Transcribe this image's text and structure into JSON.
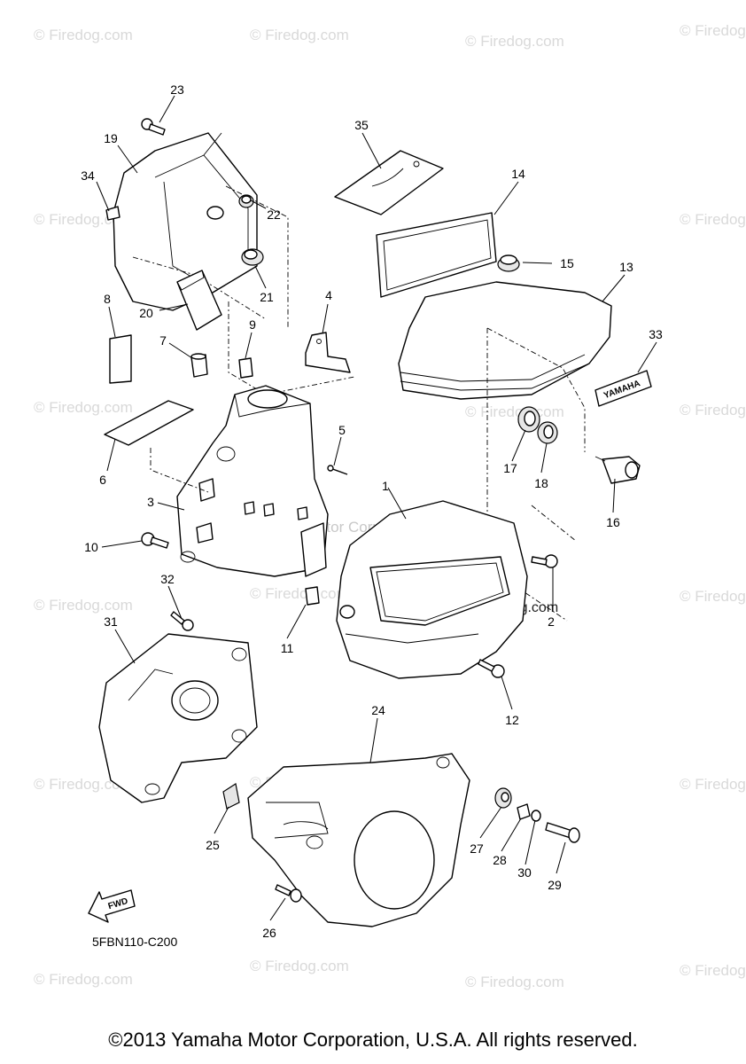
{
  "watermark": {
    "text": "© Firedog.com",
    "center_text": "Yamaha Motor Corp., U.S.A."
  },
  "callouts": [
    "23",
    "19",
    "34",
    "22",
    "21",
    "20",
    "8",
    "7",
    "9",
    "4",
    "35",
    "14",
    "15",
    "13",
    "33",
    "6",
    "5",
    "3",
    "17",
    "18",
    "16",
    "1",
    "10",
    "32",
    "31",
    "11",
    "2",
    "12",
    "24",
    "25",
    "27",
    "28",
    "30",
    "29",
    "26"
  ],
  "badges": {
    "brand": "YAMAHA",
    "fwd": "FWD"
  },
  "diagram_code": "5FBN110-C200",
  "footer": "©2013 Yamaha Motor Corporation, U.S.A. All rights reserved.",
  "colors": {
    "line": "#000000",
    "watermark": "#d9d9d9",
    "background": "#ffffff"
  }
}
